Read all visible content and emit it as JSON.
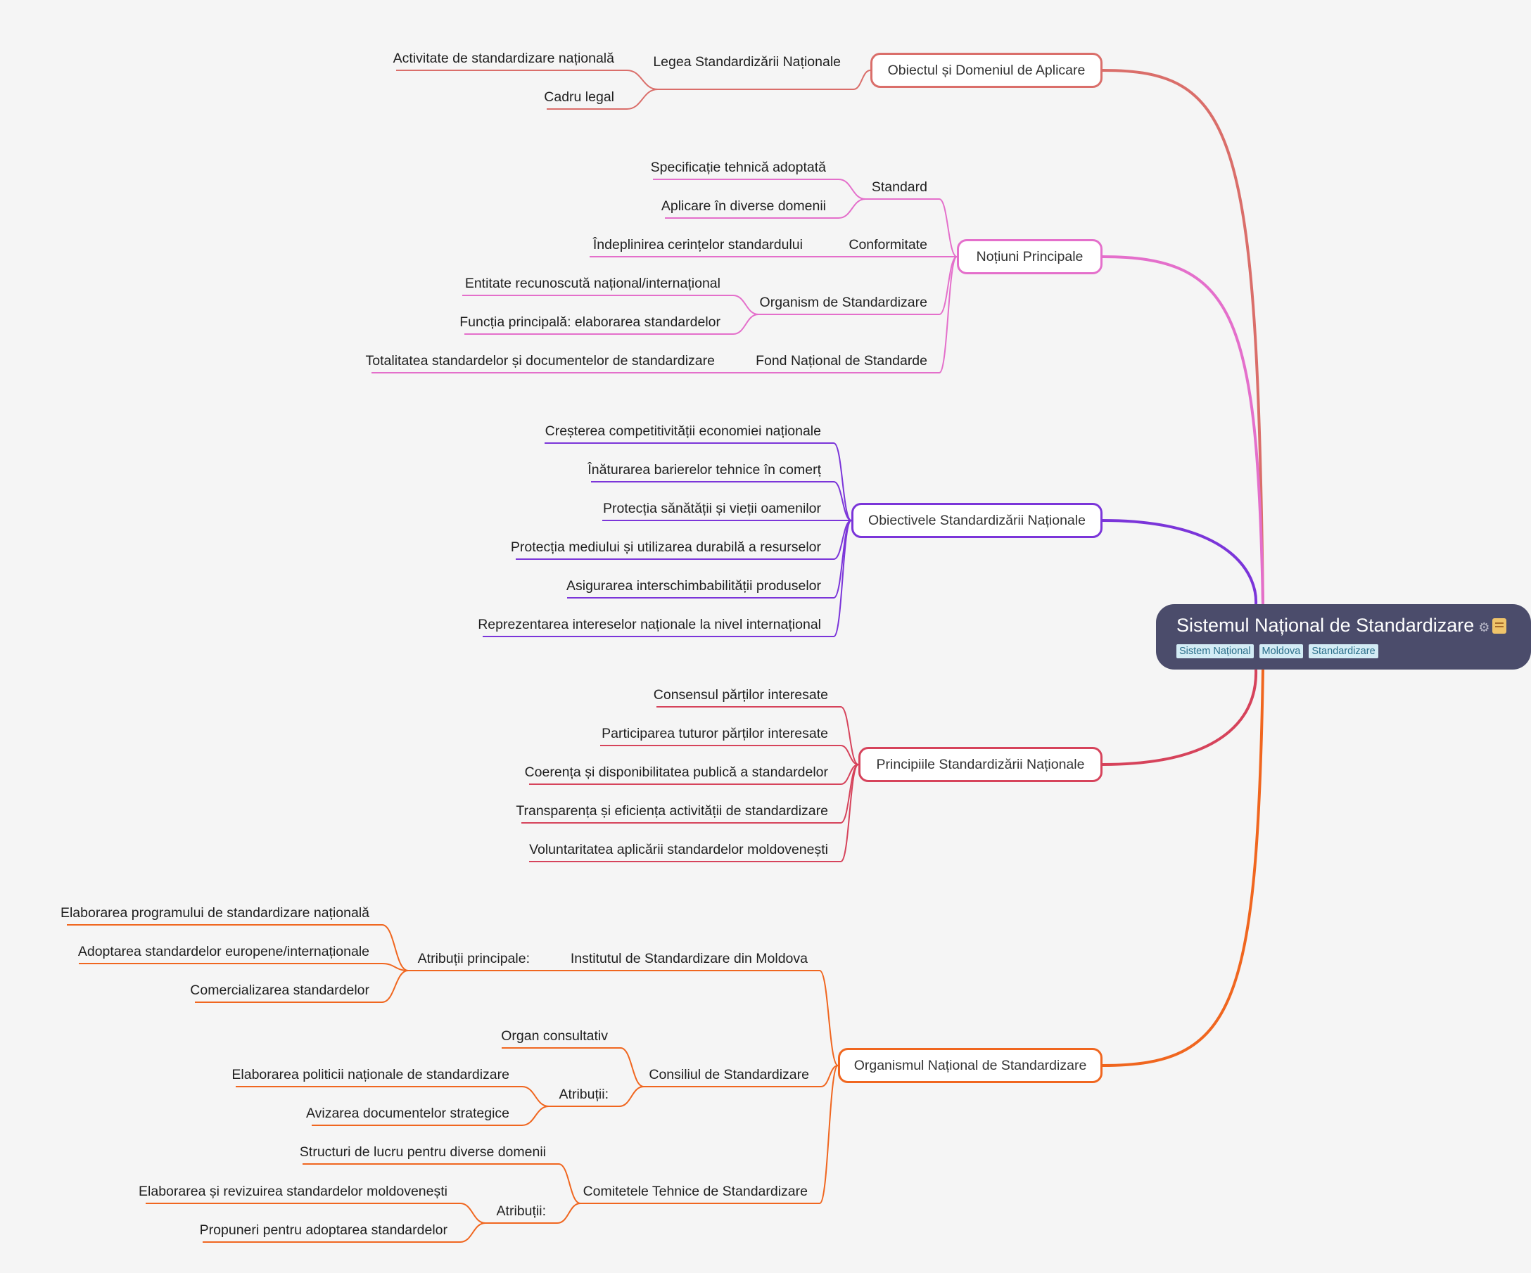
{
  "root": {
    "title": "Sistemul Național de Standardizare",
    "icons": [
      "gear-icon",
      "scroll-icon"
    ],
    "tags": [
      "Sistem Național",
      "Moldova",
      "Standardizare"
    ]
  },
  "branches": [
    {
      "label": "Obiectul și Domeniul de Aplicare",
      "color": "#da6e6a",
      "children": [
        {
          "label": "Legea Standardizării Naționale",
          "children": [
            {
              "label": "Activitate de standardizare națională"
            },
            {
              "label": "Cadru legal"
            }
          ]
        }
      ]
    },
    {
      "label": "Noțiuni Principale",
      "color": "#e46fcb",
      "children": [
        {
          "label": "Standard",
          "children": [
            {
              "label": "Specificație tehnică adoptată"
            },
            {
              "label": "Aplicare în diverse domenii"
            }
          ]
        },
        {
          "label": "Conformitate",
          "children": [
            {
              "label": "Îndeplinirea cerințelor standardului"
            }
          ]
        },
        {
          "label": "Organism de Standardizare",
          "children": [
            {
              "label": "Entitate recunoscută național/internațional"
            },
            {
              "label": "Funcția principală: elaborarea standardelor"
            }
          ]
        },
        {
          "label": "Fond Național de Standarde",
          "children": [
            {
              "label": "Totalitatea standardelor și documentelor de standardizare"
            }
          ]
        }
      ]
    },
    {
      "label": "Obiectivele Standardizării Naționale",
      "color": "#7b35d9",
      "children": [
        {
          "label": "Creșterea competitivității economiei naționale"
        },
        {
          "label": "Înăturarea barierelor tehnice în comerț"
        },
        {
          "label": "Protecția sănătății și vieții oamenilor"
        },
        {
          "label": "Protecția mediului și utilizarea durabilă a resurselor"
        },
        {
          "label": "Asigurarea interschimbabilității produselor"
        },
        {
          "label": "Reprezentarea intereselor naționale la nivel internațional"
        }
      ]
    },
    {
      "label": "Principiile Standardizării Naționale",
      "color": "#d6435b",
      "children": [
        {
          "label": "Consensul părților interesate"
        },
        {
          "label": "Participarea tuturor părților interesate"
        },
        {
          "label": "Coerența și disponibilitatea publică a standardelor"
        },
        {
          "label": "Transparența și eficiența activității de standardizare"
        },
        {
          "label": "Voluntaritatea aplicării standardelor moldovenești"
        }
      ]
    },
    {
      "label": "Organismul Național de Standardizare",
      "color": "#f0661f",
      "children": [
        {
          "label": "Institutul de Standardizare din Moldova",
          "children": [
            {
              "label": "Atribuții principale:",
              "children": [
                {
                  "label": "Elaborarea programului de standardizare națională"
                },
                {
                  "label": "Adoptarea standardelor europene/internaționale"
                },
                {
                  "label": "Comercializarea standardelor"
                }
              ]
            }
          ]
        },
        {
          "label": "Consiliul de Standardizare",
          "children": [
            {
              "label": "Organ consultativ"
            },
            {
              "label": "Atribuții:",
              "children": [
                {
                  "label": "Elaborarea politicii naționale de standardizare"
                },
                {
                  "label": "Avizarea documentelor strategice"
                }
              ]
            }
          ]
        },
        {
          "label": "Comitetele Tehnice de Standardizare",
          "children": [
            {
              "label": "Structuri de lucru pentru diverse domenii"
            },
            {
              "label": "Atribuții:",
              "children": [
                {
                  "label": "Elaborarea și revizuirea standardelor moldovenești"
                },
                {
                  "label": "Propuneri pentru adoptarea standardelor"
                }
              ]
            }
          ]
        }
      ]
    }
  ]
}
